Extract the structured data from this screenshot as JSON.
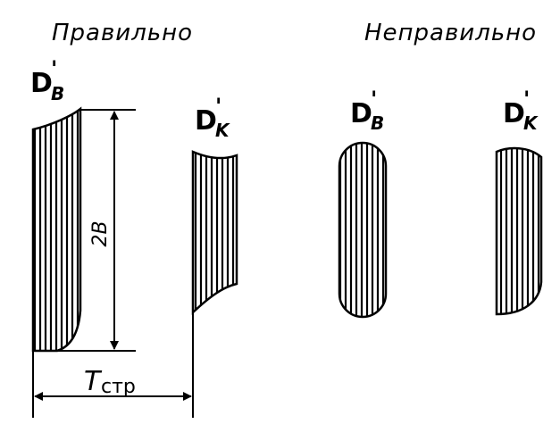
{
  "headings": {
    "correct": "Правильно",
    "incorrect": "Неправильно"
  },
  "labels": {
    "d_prime": "D",
    "prime_mark": "'",
    "sub_b": "B",
    "sub_k": "K"
  },
  "dimensions": {
    "height_label": "2B",
    "width_label_main": "T",
    "width_label_sub": "стр"
  },
  "colors": {
    "ink": "#000000",
    "paper": "#ffffff"
  }
}
